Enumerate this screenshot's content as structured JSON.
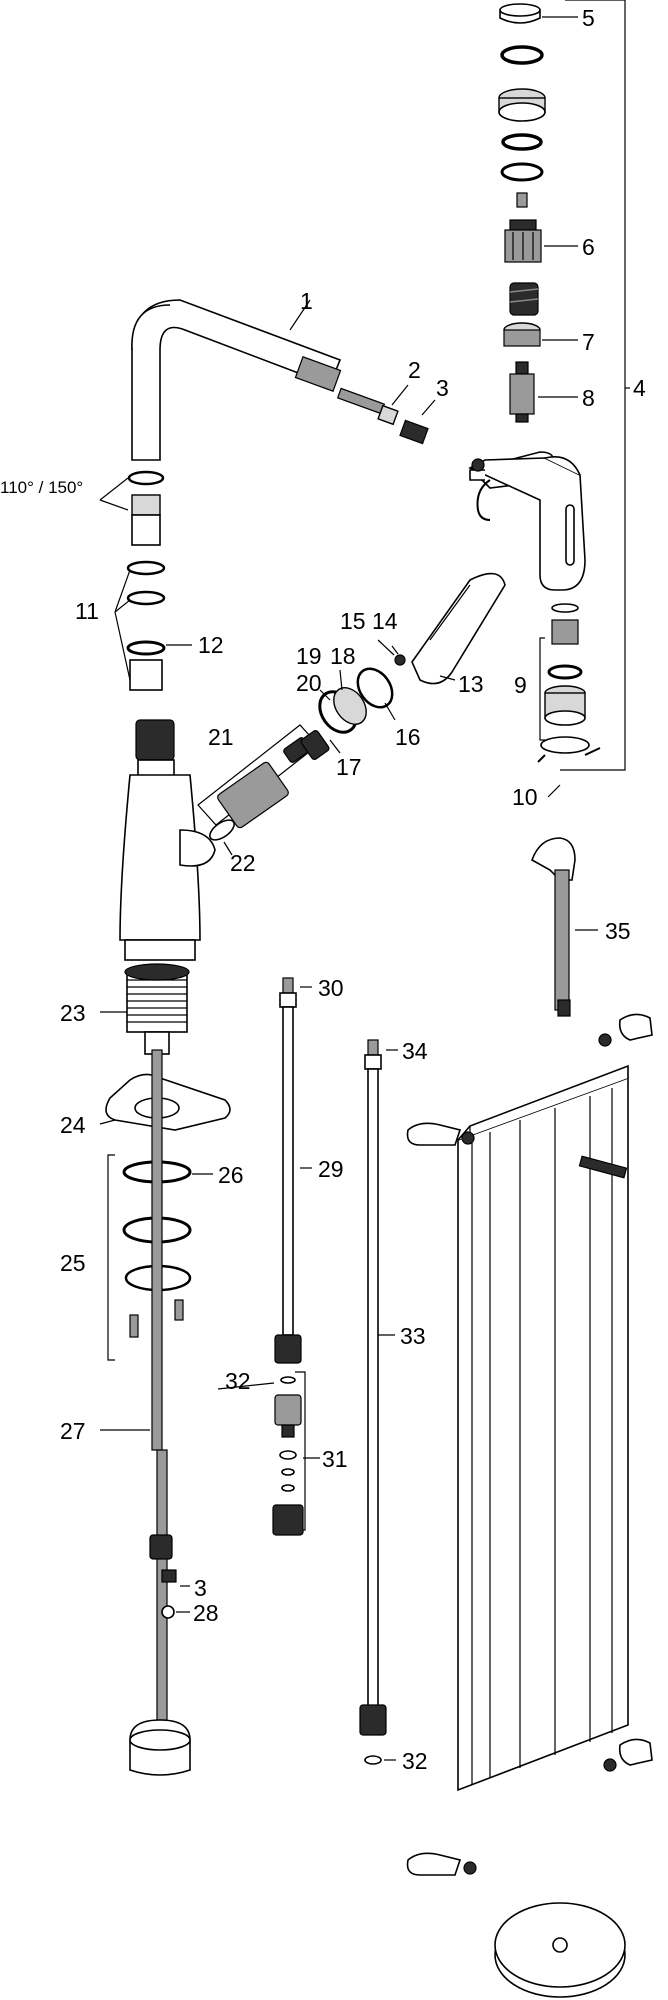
{
  "diagram": {
    "angle_label": "110° / 150°",
    "labels": {
      "p1": "1",
      "p2": "2",
      "p3": "3",
      "p4": "4",
      "p5": "5",
      "p6": "6",
      "p7": "7",
      "p8": "8",
      "p9": "9",
      "p10": "10",
      "p11": "11",
      "p12": "12",
      "p13": "13",
      "p14": "14",
      "p15": "15",
      "p16": "16",
      "p17": "17",
      "p18": "18",
      "p19": "19",
      "p20": "20",
      "p21": "21",
      "p22": "22",
      "p23": "23",
      "p24": "24",
      "p25": "25",
      "p26": "26",
      "p27": "27",
      "p28": "28",
      "p29": "29",
      "p30": "30",
      "p31": "31",
      "p32a": "32",
      "p32b": "32",
      "p33": "33",
      "p34": "34",
      "p35": "35",
      "p3b": "3"
    }
  }
}
